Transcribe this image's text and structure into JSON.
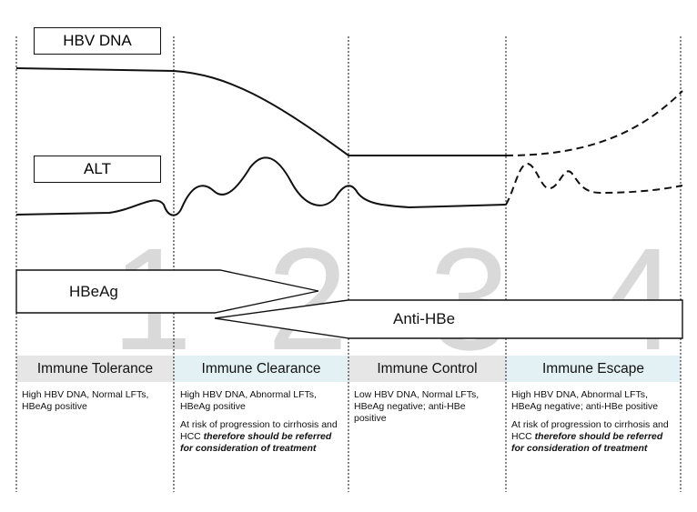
{
  "labels": {
    "hbv_dna": "HBV DNA",
    "alt": "ALT",
    "hbeag": "HBeAg",
    "anti_hbe": "Anti-HBe"
  },
  "phase_numbers": [
    "1",
    "2",
    "3",
    "4"
  ],
  "phases": [
    {
      "name": "Immune Tolerance",
      "desc": "High HBV DNA, Normal LFTs, HBeAg positive",
      "risk": "",
      "risk_bold": ""
    },
    {
      "name": "Immune Clearance",
      "desc": "High HBV DNA, Abnormal LFTs, HBeAg positive",
      "risk": "At risk of progression to cirrhosis and HCC",
      "risk_bold": "therefore should be referred for consideration of treatment"
    },
    {
      "name": "Immune Control",
      "desc": "Low HBV DNA, Normal LFTs, HBeAg negative; anti-HBe positive",
      "risk": "",
      "risk_bold": ""
    },
    {
      "name": "Immune Escape",
      "desc": "High HBV DNA, Abnormal LFTs, HBeAg negative; anti-HBe positive",
      "risk": "At risk of progression to cirrhosis and HCC",
      "risk_bold": "therefore should be referred for consideration of treatment"
    }
  ],
  "colors": {
    "header_gray": "#e6e6e6",
    "header_blue": "#e3f1f4",
    "big_number": "#d9d9d9",
    "line": "#111111"
  }
}
